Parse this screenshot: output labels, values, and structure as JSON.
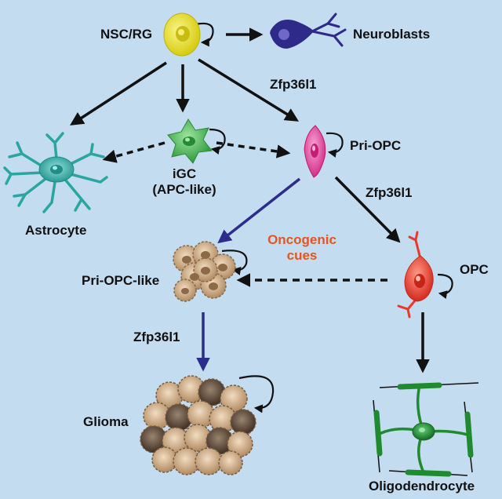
{
  "labels": {
    "nsc_rg": "NSC/RG",
    "neuroblasts": "Neuroblasts",
    "zfp_top": "Zfp36l1",
    "pri_opc": "Pri-OPC",
    "igc_line1": "iGC",
    "igc_line2": "(APC-like)",
    "astrocyte": "Astrocyte",
    "zfp_mid": "Zfp36l1",
    "oncogenic_line1": "Oncogenic",
    "oncogenic_line2": "cues",
    "opc": "OPC",
    "pri_opc_like": "Pri-OPC-like",
    "zfp_left": "Zfp36l1",
    "glioma": "Glioma",
    "oligodendrocyte": "Oligodendrocyte"
  },
  "colors": {
    "background": "#c3dcf0",
    "oncogenic_text": "#e8541c",
    "solid_arrow": "#111111",
    "tumor_arrow": "#2c2c8c",
    "nsc": "#e8e020",
    "neuroblast": "#2e2a8a",
    "igc": "#3ab54a",
    "pri_opc": "#e8409a",
    "astrocyte": "#2aa6a0",
    "opc": "#e83a2c",
    "oligodendrocyte": "#1f8a2e",
    "tumor_light": "#c9a47e",
    "tumor_dark": "#5a4636"
  },
  "icons": [
    "self-renewal-arrow-icon",
    "cell-icon"
  ]
}
